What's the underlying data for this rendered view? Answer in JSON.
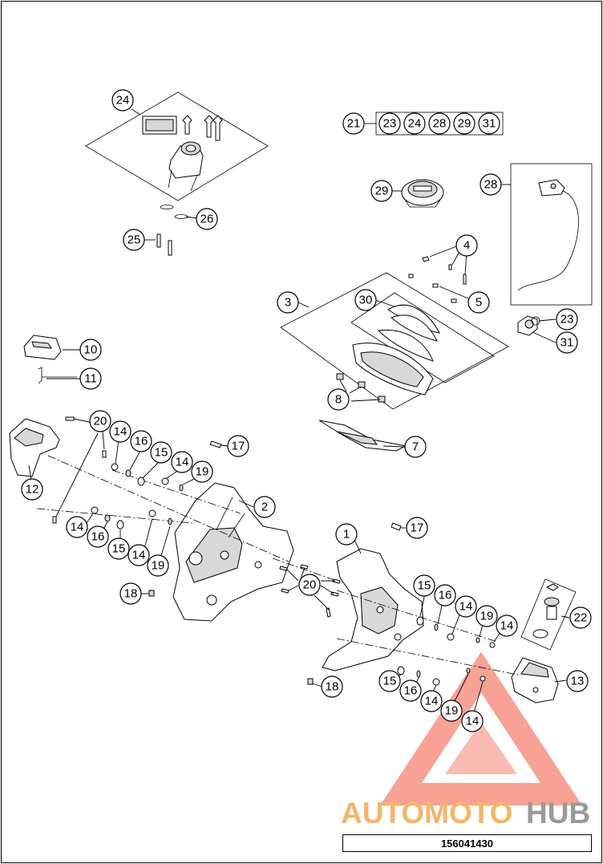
{
  "diagram": {
    "part_labels": [
      "1",
      "2",
      "3",
      "4",
      "5",
      "7",
      "8",
      "10",
      "11",
      "12",
      "13",
      "14",
      "15",
      "16",
      "17",
      "18",
      "19",
      "20",
      "21",
      "22",
      "23",
      "24",
      "25",
      "26",
      "28",
      "29",
      "30",
      "31"
    ],
    "kit_21": {
      "label": "21",
      "contents": [
        "23",
        "24",
        "28",
        "29",
        "31"
      ]
    },
    "drawing_number": "156041430"
  },
  "watermark": {
    "brand_left": "AUTOMOTO",
    "brand_right": "HUB",
    "color_left": "#f5b56a",
    "color_right": "#999999",
    "triangle_color": "#f0553c"
  }
}
